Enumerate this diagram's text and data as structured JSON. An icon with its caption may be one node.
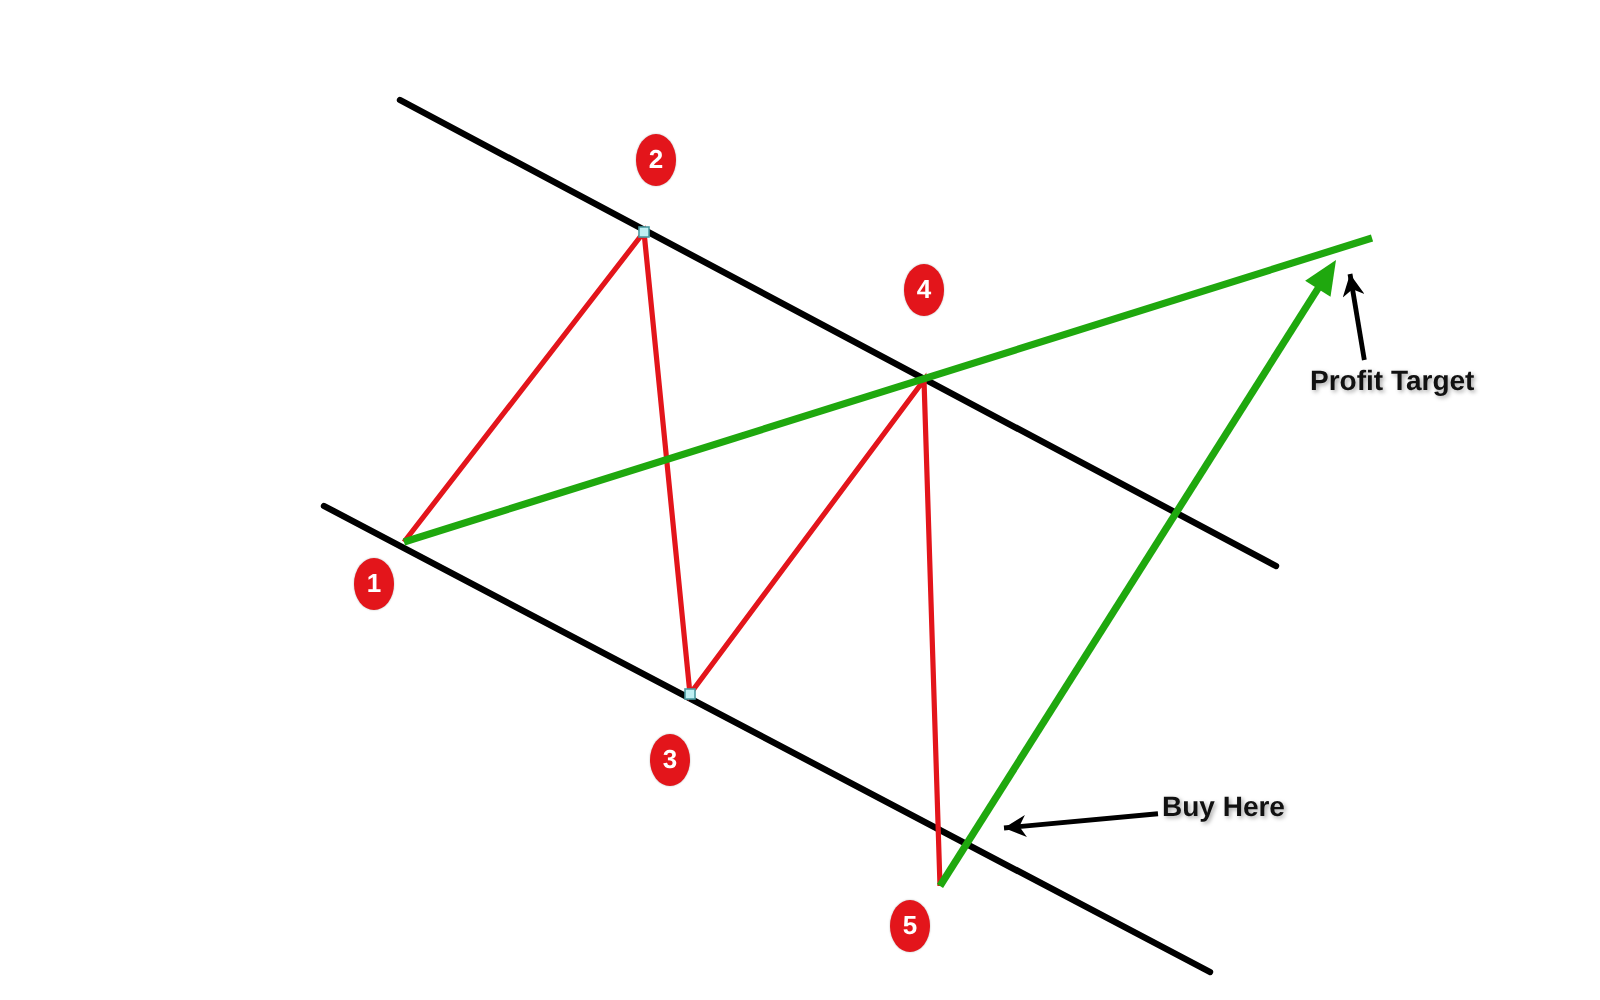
{
  "diagram": {
    "nodes": [
      {
        "text": [
          "1"
        ]
      },
      {
        "text": [
          "2"
        ]
      },
      {
        "text": [
          "3"
        ]
      },
      {
        "text": [
          "4"
        ]
      },
      {
        "text": [
          "5"
        ]
      },
      {
        "text": [
          "Profit Target"
        ]
      },
      {
        "text": [
          "Buy Here"
        ]
      }
    ],
    "edges": [
      {
        "from": 5,
        "to": null,
        "arrow": "to"
      },
      {
        "from": 6,
        "to": null,
        "arrow": "to"
      }
    ]
  }
}
